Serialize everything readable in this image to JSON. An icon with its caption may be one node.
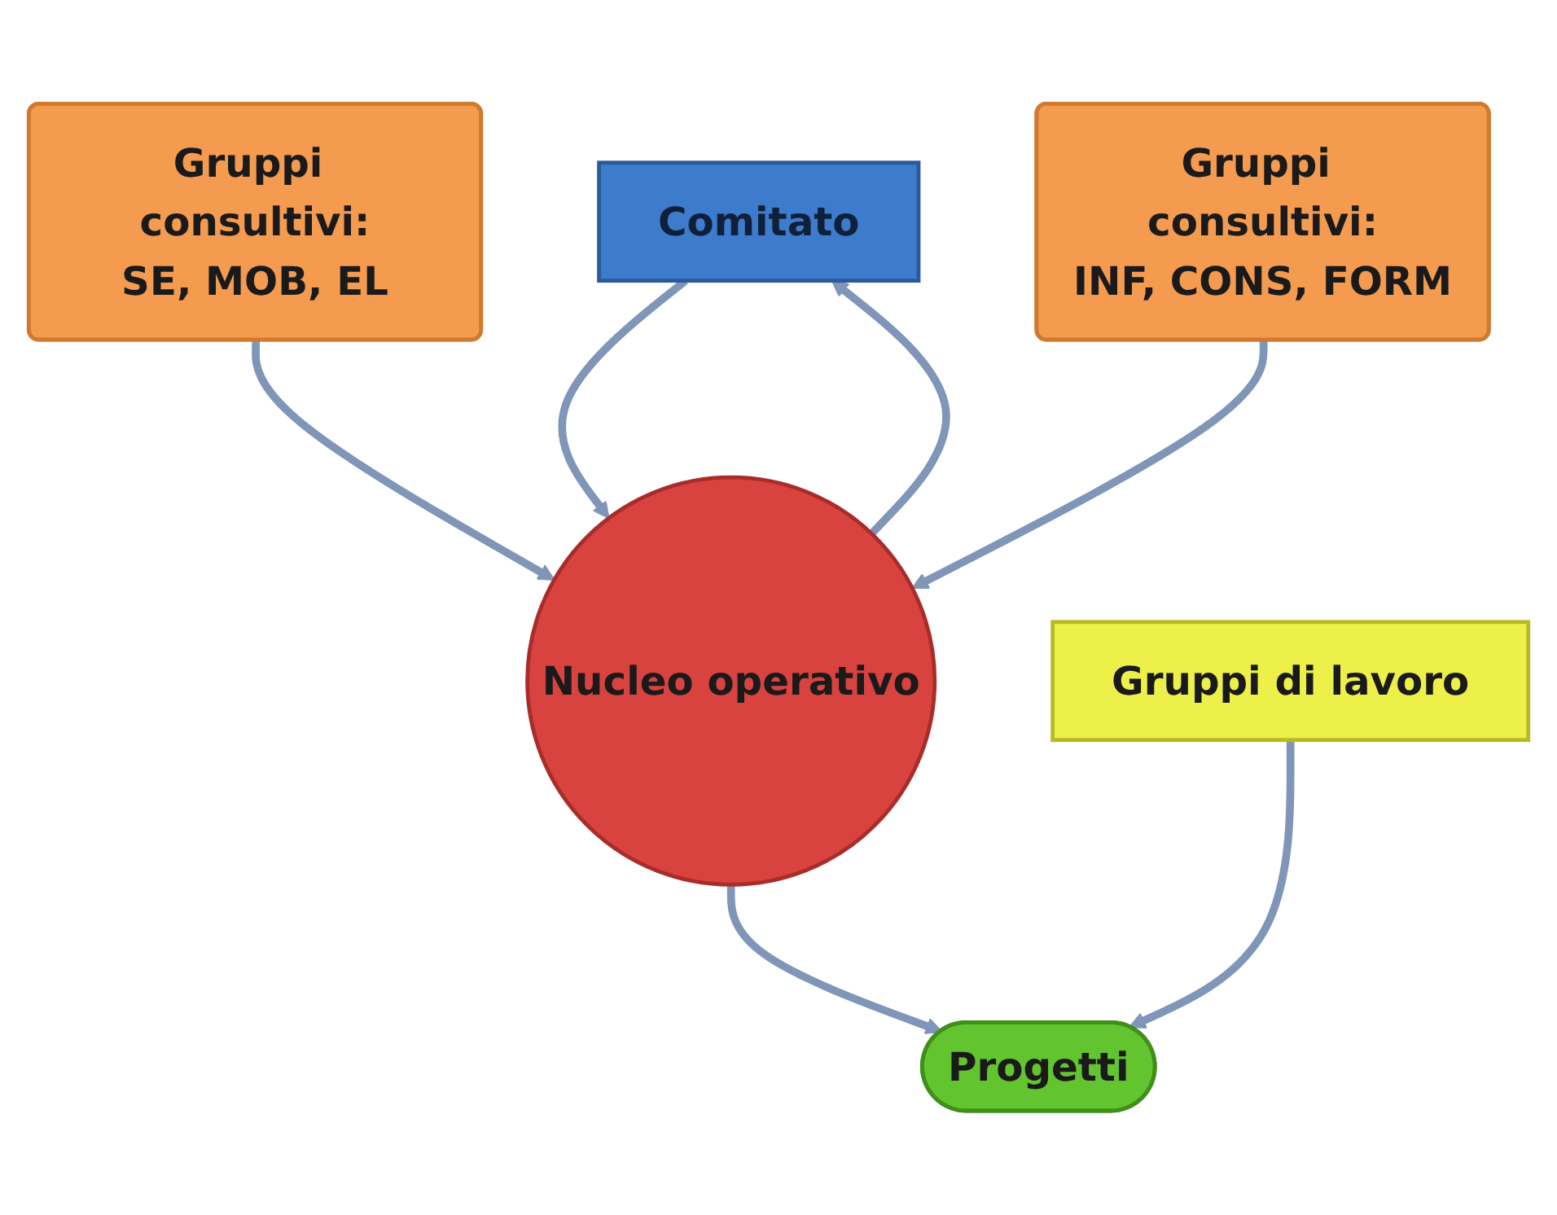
{
  "diagram": {
    "nodes": [
      {
        "text": [
          "Comitato"
        ]
      },
      {
        "text": [
          "Gruppi consultivi:",
          "SE, MOB, EL"
        ]
      },
      {
        "text": [
          "Nucleo operativo"
        ]
      },
      {
        "text": [
          "Gruppi consultivi:",
          "INF, CONS, FORM"
        ]
      },
      {
        "text": [
          "Progetti"
        ]
      },
      {
        "text": [
          "Gruppi di lavoro"
        ]
      }
    ],
    "edges": [
      {
        "from": 2,
        "to": 0,
        "arrow": "to"
      },
      {
        "from": 0,
        "to": 2,
        "arrow": "to"
      },
      {
        "from": 1,
        "to": 2,
        "arrow": "to"
      },
      {
        "from": 3,
        "to": 2,
        "arrow": "to"
      },
      {
        "from": 2,
        "to": 4,
        "arrow": "to"
      },
      {
        "from": 5,
        "to": 4,
        "arrow": "to"
      }
    ]
  }
}
